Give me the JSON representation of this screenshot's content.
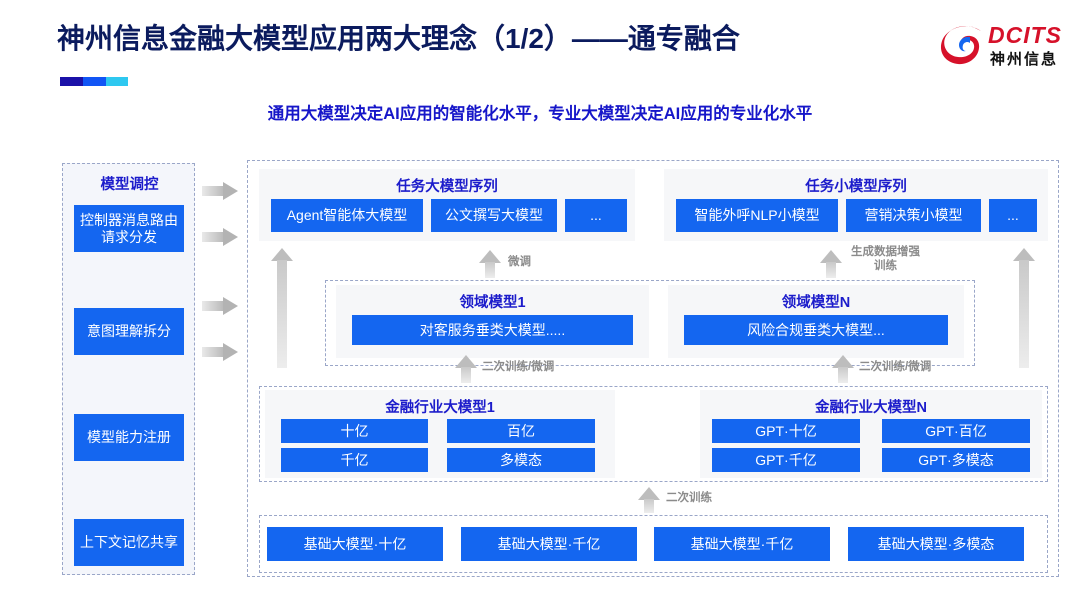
{
  "header": {
    "title": "神州信息金融大模型应用两大理念（1/2）——通专融合",
    "subtitle": "通用大模型决定AI应用的智能化水平，专业大模型决定AI应用的专业化水平",
    "logo": {
      "word": "DCITS",
      "cn": "神州信息",
      "mark_icon": "dcits-swirl-icon"
    },
    "accent_colors": [
      "#1b11a8",
      "#1155f5",
      "#2ec8f0"
    ],
    "title_color": "#0b1b5e",
    "subtitle_color": "#1616c9"
  },
  "sidebar": {
    "title": "模型调控",
    "items": [
      {
        "label": "控制器消息路由请求分发"
      },
      {
        "label": "意图理解拆分"
      },
      {
        "label": "模型能力注册"
      },
      {
        "label": "上下文记忆共享"
      }
    ]
  },
  "layers": {
    "task_big": {
      "title": "任务大模型序列",
      "chips": [
        "Agent智能体大模型",
        "公文撰写大模型",
        "..."
      ]
    },
    "task_small": {
      "title": "任务小模型序列",
      "chips": [
        "智能外呼NLP小模型",
        "营销决策小模型",
        "..."
      ]
    },
    "domain_1": {
      "title": "领域模型1",
      "chip": "对客服务垂类大模型....."
    },
    "domain_N": {
      "title": "领域模型N",
      "chip": "风险合规垂类大模型..."
    },
    "industry_1": {
      "title": "金融行业大模型1",
      "chips": [
        "十亿",
        "百亿",
        "千亿",
        "多模态"
      ]
    },
    "industry_N": {
      "title": "金融行业大模型N",
      "chips": [
        "GPT·十亿",
        "GPT·百亿",
        "GPT·千亿",
        "GPT·多模态"
      ]
    },
    "base": {
      "chips": [
        "基础大模型·十亿",
        "基础大模型·千亿",
        "基础大模型·千亿",
        "基础大模型·多模态"
      ]
    }
  },
  "arrow_labels": {
    "finetune": "微调",
    "data_augment": "生成数据增强\n训练",
    "retrain_finetune_left": "二次训练/微调",
    "retrain_finetune_right": "二次训练/微调",
    "retrain": "二次训练"
  },
  "colors": {
    "chip_blue": "#1466f0",
    "group_bg": "#f6f7f9",
    "dashed_border": "#9aa6c8",
    "arrow_grey": "#bdbdbd"
  }
}
